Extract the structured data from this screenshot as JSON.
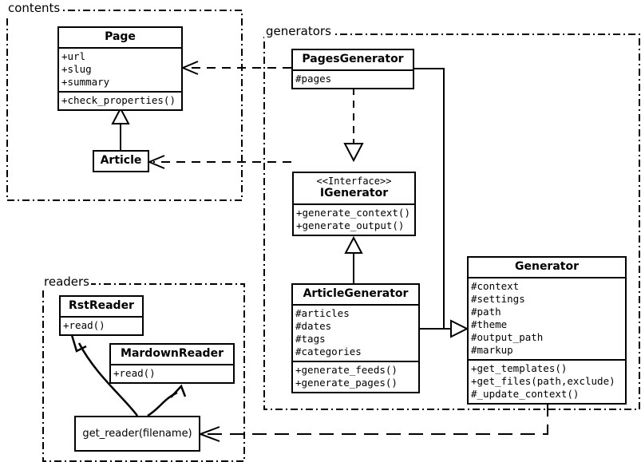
{
  "diagram": {
    "kind": "uml-class-diagram",
    "colors": {
      "line": "#000000",
      "background": "#ffffff",
      "box_fill": "#ffffff"
    }
  },
  "packages": [
    {
      "id": "contents",
      "label": "contents"
    },
    {
      "id": "generators",
      "label": "generators"
    },
    {
      "id": "readers",
      "label": "readers"
    }
  ],
  "classes": {
    "page": {
      "name": "Page",
      "attributes": [
        "+url",
        "+slug",
        "+summary"
      ],
      "methods": [
        "+check_properties()"
      ]
    },
    "article": {
      "name": "Article",
      "attributes": [],
      "methods": []
    },
    "pages_generator": {
      "name": "PagesGenerator",
      "attributes": [
        "#pages"
      ],
      "methods": []
    },
    "igenerator": {
      "stereotype": "<<Interface>>",
      "name": "IGenerator",
      "attributes": [],
      "methods": [
        "+generate_context()",
        "+generate_output()"
      ]
    },
    "article_generator": {
      "name": "ArticleGenerator",
      "attributes": [
        "#articles",
        "#dates",
        "#tags",
        "#categories"
      ],
      "methods": [
        "+generate_feeds()",
        "+generate_pages()"
      ]
    },
    "generator": {
      "name": "Generator",
      "attributes": [
        "#context",
        "#settings",
        "#path",
        "#theme",
        "#output_path",
        "#markup"
      ],
      "methods": [
        "+get_templates()",
        "+get_files(path,exclude)",
        "#_update_context()"
      ]
    },
    "rst_reader": {
      "name": "RstReader",
      "attributes": [],
      "methods": [
        "+read()"
      ]
    },
    "mardown_reader": {
      "name": "MardownReader",
      "attributes": [],
      "methods": [
        "+read()"
      ]
    }
  },
  "functions": {
    "get_reader": {
      "label": "get_reader(filename)"
    }
  },
  "relationships": [
    {
      "from": "article",
      "to": "page",
      "type": "generalization"
    },
    {
      "from": "pages_generator",
      "to": "igenerator",
      "type": "realization"
    },
    {
      "from": "article_generator",
      "to": "igenerator",
      "type": "generalization"
    },
    {
      "from": "pages_generator",
      "to": "generator",
      "type": "generalization"
    },
    {
      "from": "article_generator",
      "to": "generator",
      "type": "generalization"
    },
    {
      "from": "pages_generator",
      "to": "page",
      "type": "dependency"
    },
    {
      "from": "article_generator",
      "to": "article",
      "type": "dependency"
    },
    {
      "from": "generator",
      "to": "get_reader",
      "type": "dependency"
    },
    {
      "from": "get_reader",
      "to": "rst_reader",
      "type": "call"
    },
    {
      "from": "get_reader",
      "to": "mardown_reader",
      "type": "call"
    }
  ]
}
